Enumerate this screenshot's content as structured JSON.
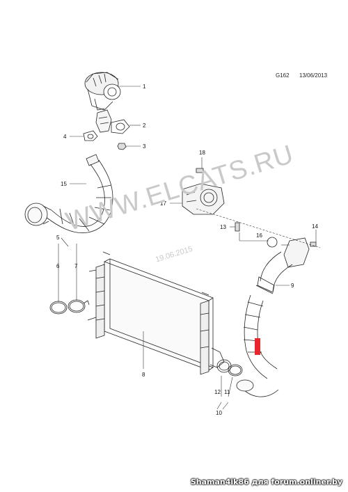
{
  "header": {
    "code": "G162",
    "date": "13/06/2013"
  },
  "watermark": {
    "text": "WWW.ELCATS.RU",
    "date": "19.06.2015"
  },
  "credit": "Shaman4ik86 для forum.onliner.by",
  "colors": {
    "line": "#222222",
    "marker": "#e8262b",
    "watermark": "#c9c9c9"
  },
  "callouts": {
    "c1": "1",
    "c2": "2",
    "c3": "3",
    "c4": "4",
    "c5": "5",
    "c6": "6",
    "c7": "7",
    "c8": "8",
    "c9": "9",
    "c10": "10",
    "c11": "11",
    "c12": "12",
    "c13": "13",
    "c14": "14",
    "c15": "15",
    "c16": "16",
    "c17": "17",
    "c18": "18"
  }
}
